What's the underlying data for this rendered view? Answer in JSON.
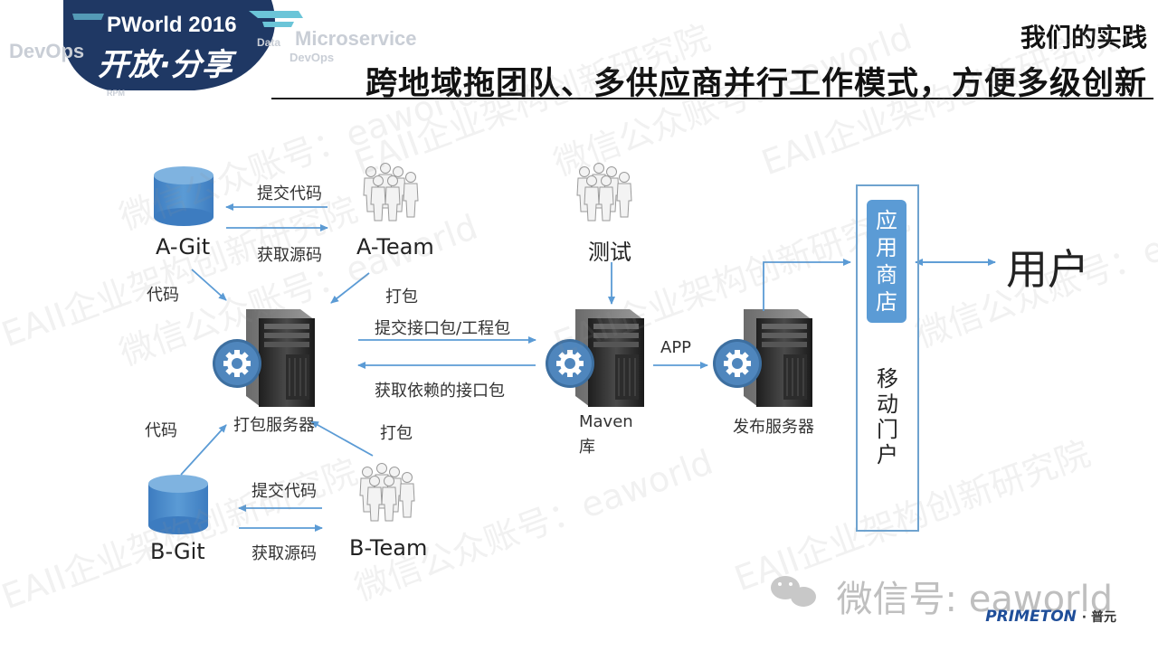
{
  "header": {
    "event_name": "PWorld 2016",
    "slogan": "开放·分享",
    "bg_tags": [
      "DevOps",
      "Microservice",
      "Data",
      "DevOps",
      "RPM"
    ],
    "subtitle": "我们的实践",
    "title": "跨地域拖团队、多供应商并行工作模式，方便多级创新"
  },
  "watermark_text": [
    "EAII企业架构创新研究院",
    "微信公众账号：eaworld"
  ],
  "diagram": {
    "a_git": "A-Git",
    "b_git": "B-Git",
    "a_team": "A-Team",
    "b_team": "B-Team",
    "test_team": "测试",
    "a_commit": "提交代码",
    "a_fetch": "获取源码",
    "b_commit": "提交代码",
    "b_fetch": "获取源码",
    "a_code": "代码",
    "b_code": "代码",
    "a_package": "打包",
    "b_package": "打包",
    "build_server": "打包服务器",
    "submit_pkg": "提交接口包/工程包",
    "fetch_deps": "获取依赖的接口包",
    "maven": "Maven",
    "maven_repo": "库",
    "app_flow": "APP",
    "publish_server": "发布服务器",
    "app_store": "应用商店",
    "mobile_portal": "移动门户",
    "user": "用户"
  },
  "footer": {
    "wechat": "微信号: eaworld",
    "brand": "PRIMETON",
    "brand_cn": "普元"
  },
  "colors": {
    "accent": "#5b9bd5",
    "arrow": "#5b9bd5",
    "header_navy": "#1f3864"
  }
}
